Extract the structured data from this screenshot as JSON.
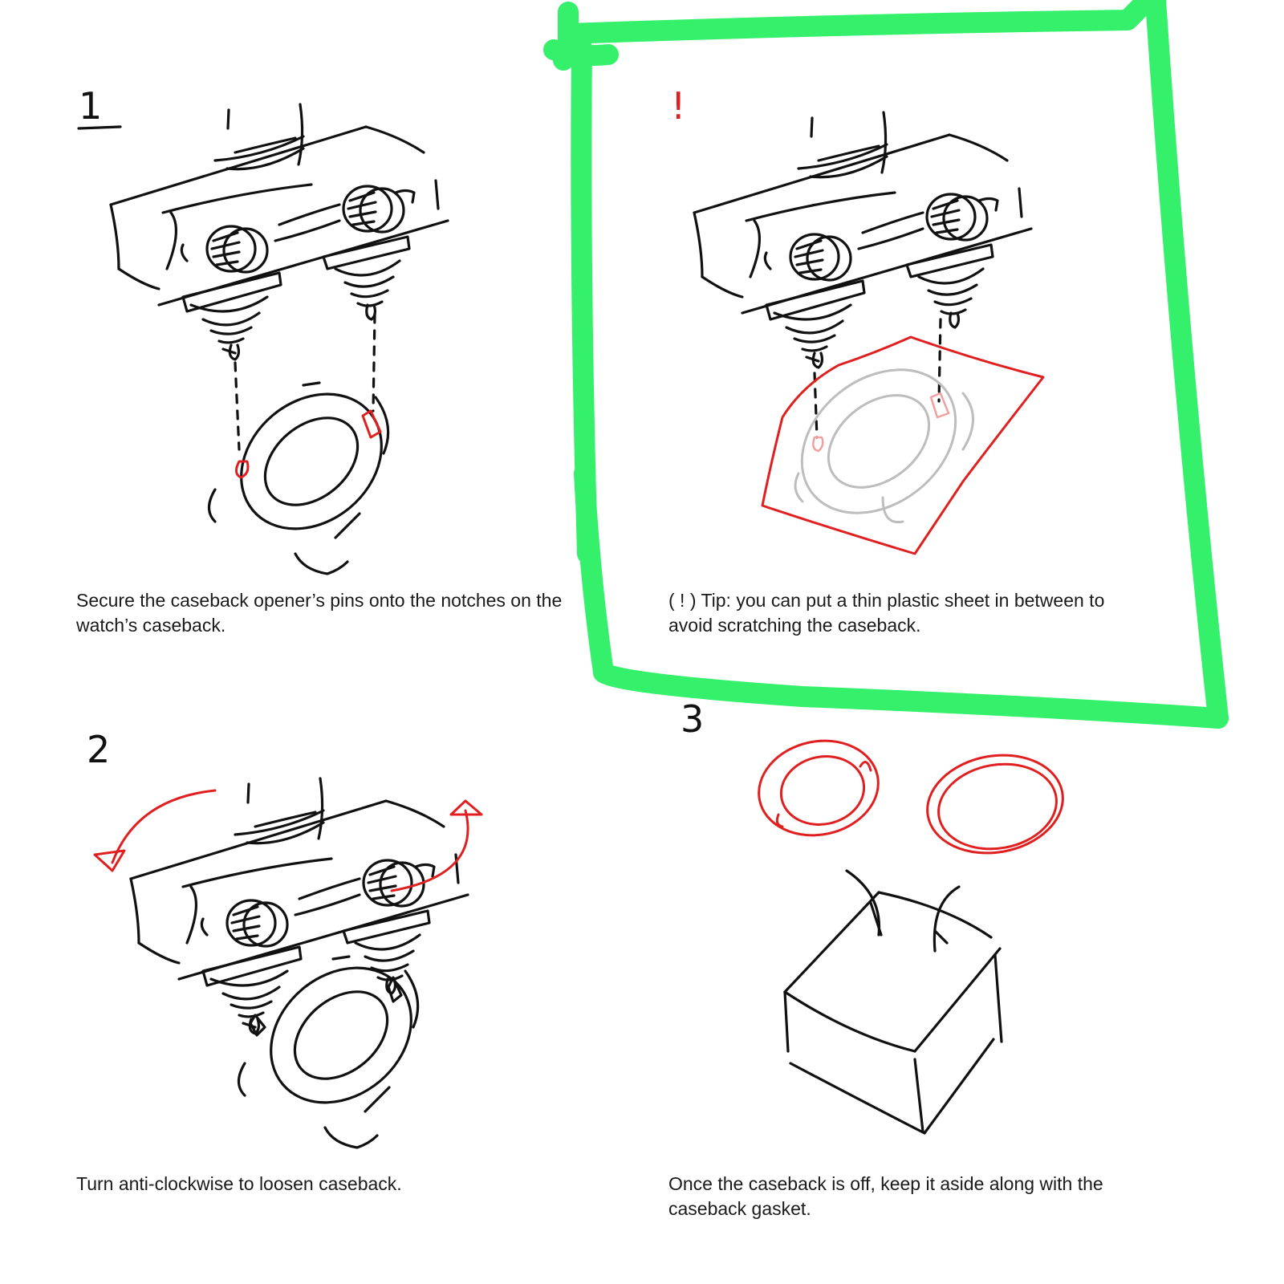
{
  "steps": [
    {
      "number": "1",
      "caption": "Secure the caseback opener’s pins onto the notches on the watch’s caseback."
    },
    {
      "number": "!",
      "caption": "( ! ) Tip: you can put a thin plastic sheet in between to avoid scratching the caseback."
    },
    {
      "number": "2",
      "caption": "Turn anti-clockwise to loosen caseback."
    },
    {
      "number": "3",
      "caption": "Once the caseback is off, keep it aside along with the caseback gasket."
    }
  ],
  "colors": {
    "ink": "#111111",
    "annotation": "#e02020",
    "highlight": "#35f06a"
  }
}
